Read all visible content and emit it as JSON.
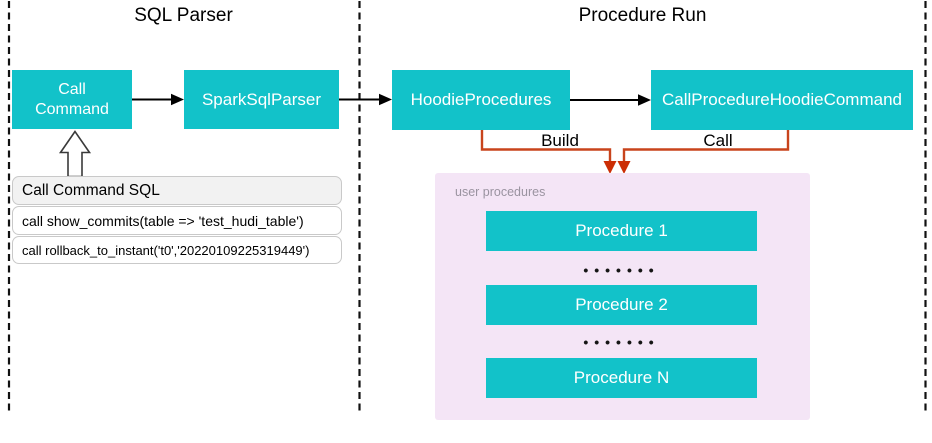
{
  "sections": {
    "sql_parser": {
      "title": "SQL Parser",
      "nodes": {
        "call_command": "Call Command",
        "spark_sql_parser": "SparkSqlParser"
      },
      "sql_panel": {
        "header": "Call Command SQL",
        "rows": [
          "call show_commits(table => 'test_hudi_table')",
          "call rollback_to_instant('t0','20220109225319449')"
        ]
      }
    },
    "procedure_run": {
      "title": "Procedure Run",
      "nodes": {
        "hoodie_procedures": "HoodieProcedures",
        "call_procedure_hoodie_command": "CallProcedureHoodieCommand"
      },
      "edge_labels": {
        "build": "Build",
        "call": "Call"
      },
      "user_procedures": {
        "label": "user procedures",
        "items": [
          "Procedure 1",
          "Procedure 2",
          "Procedure N"
        ],
        "separator_dots": "•••••••"
      }
    }
  },
  "colors": {
    "node_fill": "#12c2c9",
    "node_text": "#ffffff",
    "panel_fill": "#f4e5f6",
    "panel_label": "#9a93a0",
    "flow_line": "#c8441c",
    "flow_arrow": "#cc2e05",
    "sql_header_fill": "#f2f2f2",
    "cell_border": "#c9c9c9",
    "ink": "#111111"
  }
}
